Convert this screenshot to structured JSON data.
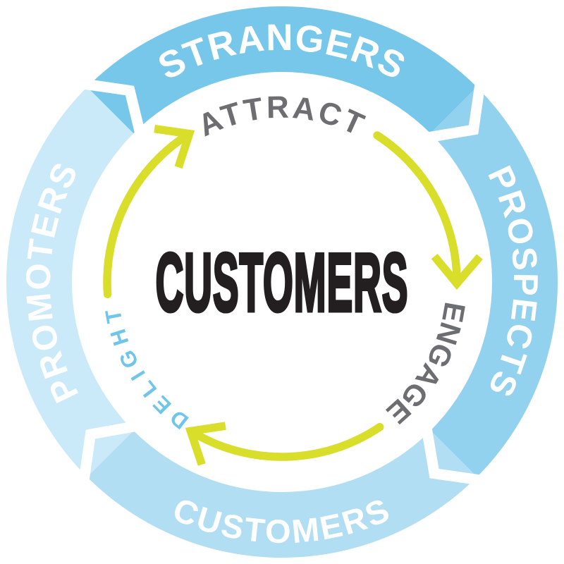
{
  "diagram": {
    "type": "flywheel-cycle",
    "background": "#FFFFFF",
    "center_label": "CUSTOMERS",
    "center_label_color": "#231F20",
    "outer_ring": {
      "label_color": "#FFFFFF",
      "flow_direction": "clockwise",
      "segments": [
        {
          "label": "STRANGERS",
          "position": "top",
          "color": "#76C7E9"
        },
        {
          "label": "PROSPECTS",
          "position": "right",
          "color": "#93D2EF"
        },
        {
          "label": "CUSTOMERS",
          "position": "bottom",
          "color": "#B2DEF4"
        },
        {
          "label": "PROMOTERS",
          "position": "left",
          "color": "#CBEAF9"
        }
      ]
    },
    "stages": [
      {
        "label": "ATTRACT",
        "position": "top",
        "color": "#6D6E71"
      },
      {
        "label": "ENGAGE",
        "position": "right",
        "color": "#6D6E71"
      },
      {
        "label": "DELIGHT",
        "position": "bottom-left",
        "color": "#6FC6EA"
      }
    ],
    "arrows": {
      "color": "#D8DE29",
      "items": [
        {
          "name": "delight-to-attract",
          "from": "DELIGHT",
          "to": "ATTRACT"
        },
        {
          "name": "attract-to-engage",
          "from": "ATTRACT",
          "to": "ENGAGE"
        },
        {
          "name": "engage-to-delight",
          "from": "ENGAGE",
          "to": "DELIGHT"
        }
      ]
    }
  }
}
